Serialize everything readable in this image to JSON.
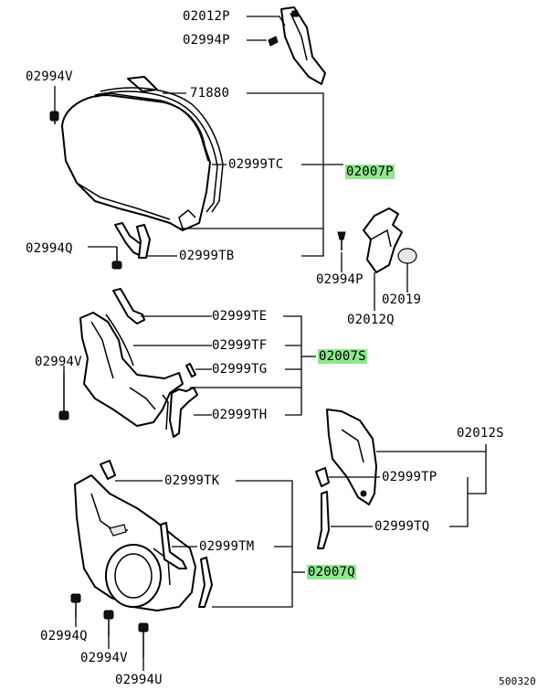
{
  "labels": {
    "p_02012P_top": "02012P",
    "p_02994P_top": "02994P",
    "p_02994V_top": "02994V",
    "p_71880": "71880",
    "p_02999TC": "02999TC",
    "p_02007P": "02007P",
    "p_02994Q_top": "02994Q",
    "p_02999TB": "02999TB",
    "p_02994P_mid": "02994P",
    "p_02019": "02019",
    "p_02012Q": "02012Q",
    "p_02999TE": "02999TE",
    "p_02999TF": "02999TF",
    "p_02007S": "02007S",
    "p_02994V_mid": "02994V",
    "p_02999TG": "02999TG",
    "p_02999TH": "02999TH",
    "p_02012S": "02012S",
    "p_02999TK": "02999TK",
    "p_02999TP": "02999TP",
    "p_02999TQ": "02999TQ",
    "p_02999TM": "02999TM",
    "p_02007Q": "02007Q",
    "p_02994Q_bot": "02994Q",
    "p_02994V_bot": "02994V",
    "p_02994U": "02994U",
    "diagram_id": "500320"
  },
  "colors": {
    "highlight": "#8ee88e",
    "line": "#000000"
  }
}
